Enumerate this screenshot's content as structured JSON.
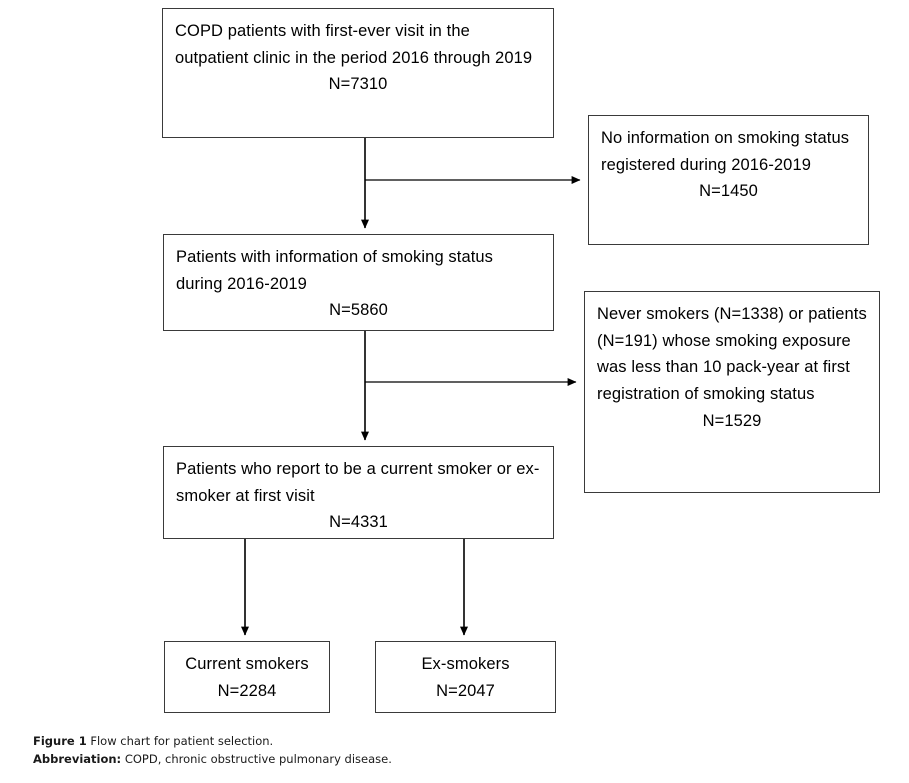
{
  "figure": {
    "caption_label": "Figure 1",
    "caption_text": "Flow chart for patient selection.",
    "abbrev_label": "Abbreviation:",
    "abbrev_text": "COPD, chronic obstructive pulmonary disease."
  },
  "colors": {
    "box_border": "#3a3a3a",
    "connector": "#000000",
    "background": "#ffffff",
    "text": "#000000"
  },
  "nodes": {
    "cohort": {
      "text": "COPD patients with first-ever visit in the outpatient clinic in the period 2016 through 2019",
      "count": "N=7310"
    },
    "no_smoking_info": {
      "text": "No information on smoking status registered during 2016-2019",
      "count": "N=1450"
    },
    "with_info": {
      "text": "Patients with information of smoking status during 2016-2019",
      "count": "N=5860"
    },
    "excluded_never_or_low": {
      "text": "Never smokers (N=1338) or patients (N=191) whose smoking exposure was less than 10 pack-year at first registration of smoking status",
      "count": "N=1529"
    },
    "smokers": {
      "text": "Patients who report to be a current smoker or ex-smoker at first visit",
      "count": "N=4331"
    },
    "current_smokers": {
      "text": "Current smokers",
      "count": "N=2284"
    },
    "ex_smokers": {
      "text": "Ex-smokers",
      "count": "N=2047"
    }
  },
  "chart_data": {
    "type": "diagram",
    "title": "Flow chart for patient selection",
    "nodes": [
      {
        "id": "cohort",
        "label": "COPD patients with first-ever visit in the outpatient clinic in the period 2016 through 2019",
        "n": 7310,
        "level": 0,
        "kind": "included"
      },
      {
        "id": "no_smoking_info",
        "label": "No information on smoking status registered during 2016-2019",
        "n": 1450,
        "level": 0,
        "kind": "excluded"
      },
      {
        "id": "with_info",
        "label": "Patients with information of smoking status during 2016-2019",
        "n": 5860,
        "level": 1,
        "kind": "included"
      },
      {
        "id": "excluded_never_or_low",
        "label": "Never smokers (N=1338) or patients (N=191) whose smoking exposure was less than 10 pack-year at first registration of smoking status",
        "n": 1529,
        "level": 1,
        "kind": "excluded"
      },
      {
        "id": "smokers",
        "label": "Patients who report to be a current smoker or ex-smoker at first visit",
        "n": 4331,
        "level": 2,
        "kind": "included"
      },
      {
        "id": "current_smokers",
        "label": "Current smokers",
        "n": 2284,
        "level": 3,
        "kind": "included"
      },
      {
        "id": "ex_smokers",
        "label": "Ex-smokers",
        "n": 2047,
        "level": 3,
        "kind": "included"
      }
    ],
    "edges": [
      {
        "from": "cohort",
        "to": "no_smoking_info",
        "type": "exclusion"
      },
      {
        "from": "cohort",
        "to": "with_info",
        "type": "flow"
      },
      {
        "from": "with_info",
        "to": "excluded_never_or_low",
        "type": "exclusion"
      },
      {
        "from": "with_info",
        "to": "smokers",
        "type": "flow"
      },
      {
        "from": "smokers",
        "to": "current_smokers",
        "type": "flow"
      },
      {
        "from": "smokers",
        "to": "ex_smokers",
        "type": "flow"
      }
    ],
    "sub_counts": {
      "never_smokers": 1338,
      "low_pack_year_patients": 191
    }
  }
}
